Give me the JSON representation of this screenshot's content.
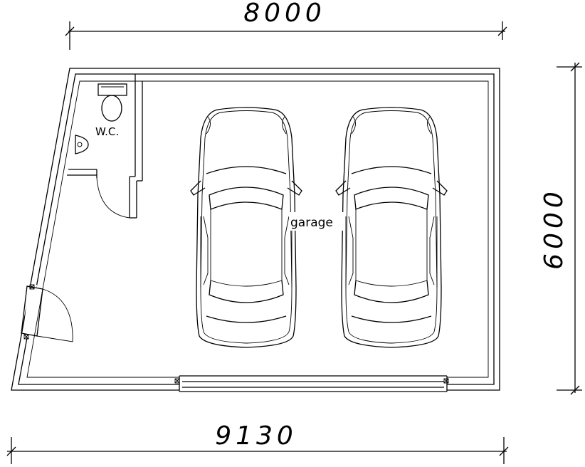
{
  "dimensions": {
    "top_width": "8000",
    "bottom_width": "9130",
    "right_height": "6000"
  },
  "rooms": {
    "wc": "W.C.",
    "garage": "garage"
  },
  "icons": [
    "toilet-icon",
    "sink-icon",
    "car-icon",
    "door-swing-icon",
    "garage-door-icon"
  ]
}
